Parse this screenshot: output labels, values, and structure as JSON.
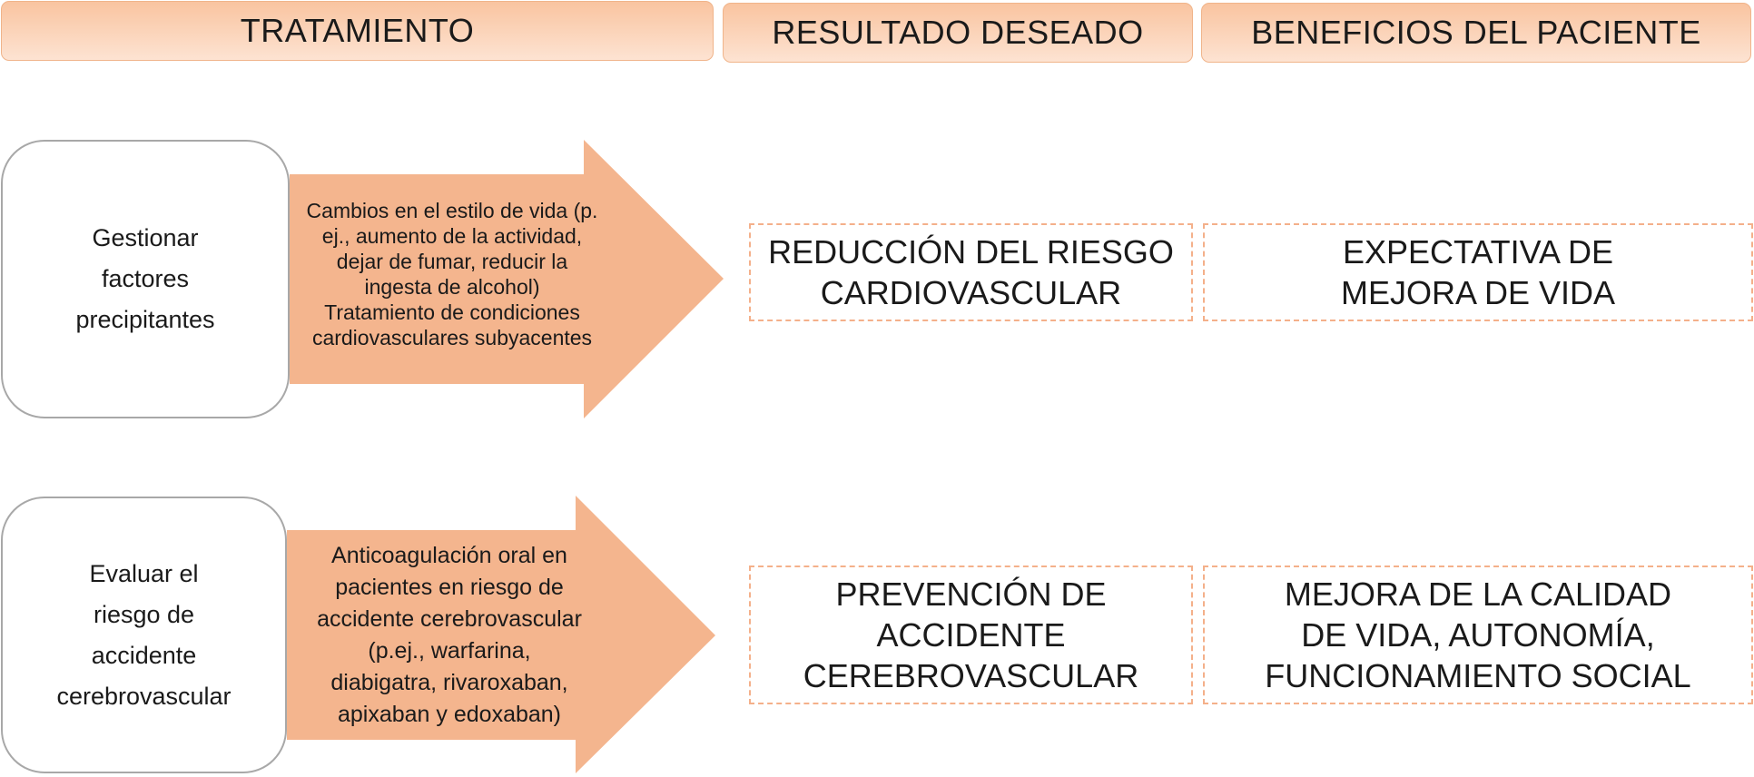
{
  "headers": {
    "treatment": "TRATAMIENTO",
    "desired_result": "RESULTADO DESEADO",
    "patient_benefits": "BENEFICIOS DEL PACIENTE"
  },
  "rows": [
    {
      "goal": "Gestionar\nfactores\nprecipitantes",
      "treatment_lines": [
        "Cambios en el estilo de vida (p.",
        "ej., aumento de la actividad,",
        "dejar de fumar, reducir la",
        "ingesta de alcohol)",
        "Tratamiento de condiciones",
        "cardiovasculares subyacentes"
      ],
      "result": "REDUCCIÓN DEL RIESGO\nCARDIOVASCULAR",
      "benefit": "EXPECTATIVA DE\nMEJORA DE VIDA"
    },
    {
      "goal": "Evaluar el\nriesgo de\naccidente\ncerebrovascular",
      "treatment_lines": [
        "Anticoagulación oral en",
        "pacientes en riesgo de",
        "accidente cerebrovascular",
        "(p.ej., warfarina,",
        "diabigatra, rivaroxaban,",
        "apixaban y edoxaban)"
      ],
      "result": "PREVENCIÓN DE\nACCIDENTE\nCEREBROVASCULAR",
      "benefit": "MEJORA DE LA CALIDAD\nDE VIDA, AUTONOMÍA,\nFUNCIONAMIENTO SOCIAL"
    }
  ],
  "colors": {
    "header_fill": "#f9c4a0",
    "arrow_fill": "#f4b58e",
    "dashed_border": "#f4b08a",
    "box_border": "#a8a8a8"
  }
}
